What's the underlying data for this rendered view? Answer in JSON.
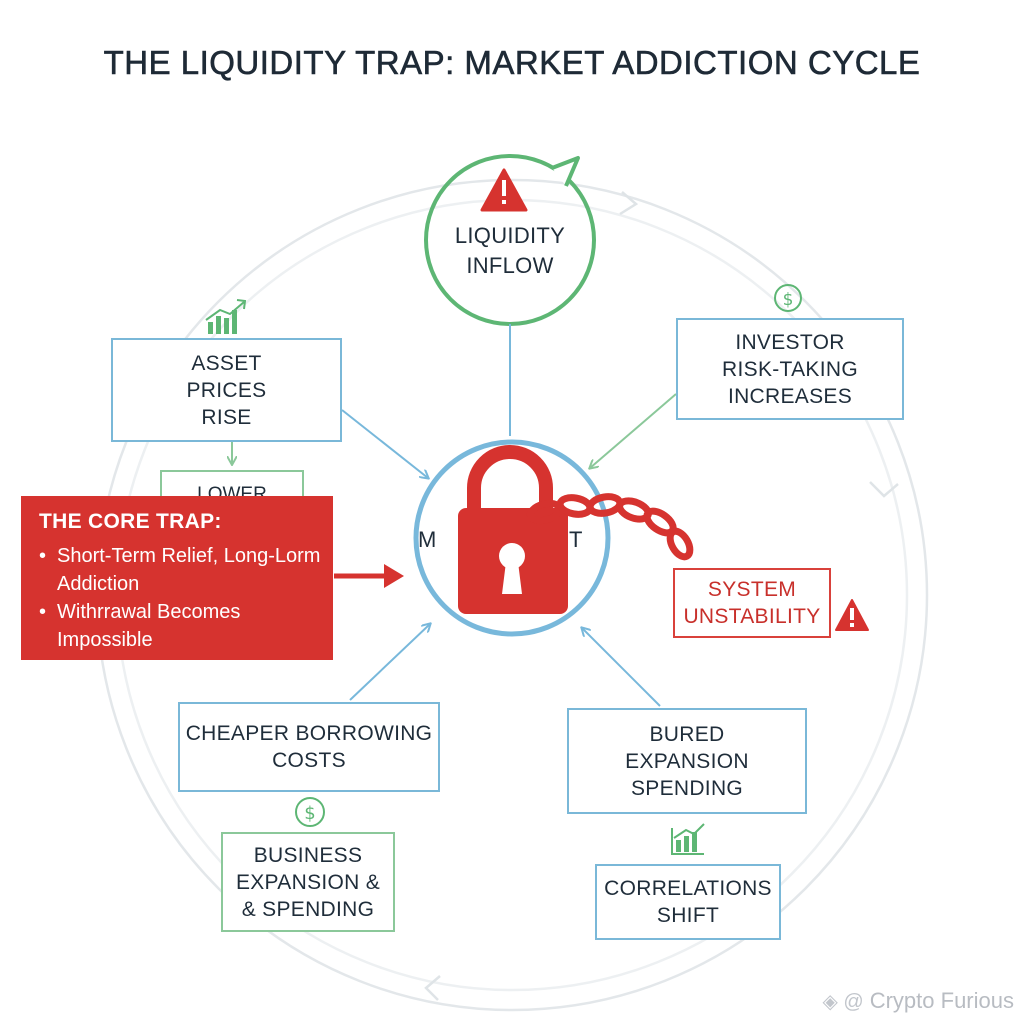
{
  "title": "THE LIQUIDITY TRAP: MARKET ADDICTION CYCLE",
  "nodes": {
    "liquidity_inflow": [
      "LIQUIDITY",
      "INFLOW"
    ],
    "investor_risk": [
      "INVESTOR",
      "RISK-TAKING",
      "INCREASES"
    ],
    "asset_prices": [
      "ASSET",
      "PRICES",
      "RISE"
    ],
    "lowered_partial": "LOWER",
    "center_partial": "M",
    "center_partial_right": "T",
    "system_instability": [
      "SYSTEM",
      "UNSTABILITY"
    ],
    "cheaper_borrowing": [
      "CHEAPER BORROWING",
      "COSTS"
    ],
    "bured_expansion": [
      "BURED",
      "EXPANSION",
      "SPENDING"
    ],
    "business_expansion": [
      "BUSINESS",
      "EXPANSION &",
      "& SPENDING"
    ],
    "correlations_shift": [
      "CORRELATIONS",
      "SHIFT"
    ]
  },
  "core_trap": {
    "title": "THE CORE TRAP:",
    "items": [
      "Short-Term Relief, Long-Lorm Addiction",
      "Withrrawal Becomes Impossible"
    ]
  },
  "icons": {
    "warning": "warning-icon",
    "dollar": "dollar-coin-icon",
    "growth": "growth-chart-icon",
    "padlock": "padlock-icon",
    "chain": "chain-icon"
  },
  "colors": {
    "green": "#5db674",
    "blue": "#78b8db",
    "red": "#d6332f",
    "text": "#1f2d3a"
  },
  "watermark": "Crypto Furious"
}
